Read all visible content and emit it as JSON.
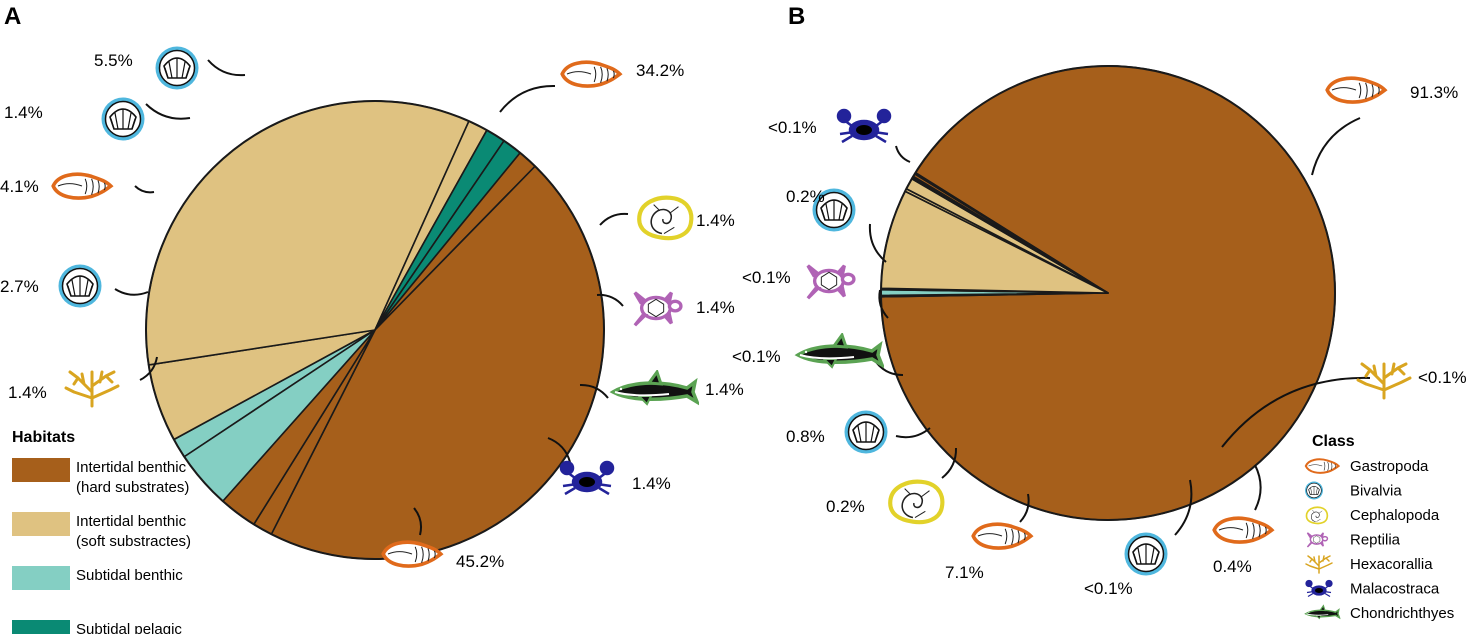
{
  "colors": {
    "intertidal_hard": "#A65F1B",
    "intertidal_soft": "#DFC281",
    "subtidal_benthic": "#84CFC3",
    "subtidal_pelagic": "#0A8A74",
    "gastropoda": "#E06A1B",
    "bivalvia": "#4FB7DE",
    "cephalopoda": "#E2D22A",
    "reptilia": "#B063B5",
    "hexacorallia": "#D9A520",
    "malacostraca": "#23239A",
    "chondrichthyes": "#5BA353"
  },
  "chart_data": [
    {
      "type": "pie",
      "panel": "A",
      "categories": [
        "Intertidal benthic (hard substrates)",
        "Intertidal benthic (soft substractes)",
        "Subtidal benthic",
        "Subtidal pelagic"
      ],
      "slices": [
        {
          "habitat": "subtidal_benthic",
          "class": "bivalvia",
          "value": 1.4,
          "label": "1.4%"
        },
        {
          "habitat": "intertidal_soft",
          "class": "bivalvia",
          "value": 5.5,
          "label": "5.5%"
        },
        {
          "habitat": "intertidal_soft",
          "class": "gastropoda",
          "value": 34.2,
          "label": "34.2%"
        },
        {
          "habitat": "intertidal_soft",
          "class": "cephalopoda",
          "value": 1.4,
          "label": "1.4%"
        },
        {
          "habitat": "subtidal_pelagic",
          "class": "reptilia",
          "value": 1.4,
          "label": "1.4%"
        },
        {
          "habitat": "subtidal_pelagic",
          "class": "chondrichthyes",
          "value": 1.4,
          "label": "1.4%"
        },
        {
          "habitat": "intertidal_hard",
          "class": "malacostraca",
          "value": 1.4,
          "label": "1.4%"
        },
        {
          "habitat": "intertidal_hard",
          "class": "gastropoda",
          "value": 45.2,
          "label": "45.2%"
        },
        {
          "habitat": "intertidal_hard",
          "class": "hexacorallia",
          "value": 1.4,
          "label": "1.4%"
        },
        {
          "habitat": "intertidal_hard",
          "class": "bivalvia",
          "value": 2.7,
          "label": "2.7%"
        },
        {
          "habitat": "subtidal_benthic",
          "class": "gastropoda",
          "value": 4.1,
          "label": "4.1%"
        }
      ]
    },
    {
      "type": "pie",
      "panel": "B",
      "slices": [
        {
          "habitat": "intertidal_hard",
          "class": "gastropoda",
          "value": 91.3,
          "label": "91.3%"
        },
        {
          "habitat": "intertidal_hard",
          "class": "hexacorallia",
          "value": 0.1,
          "label": "<0.1%"
        },
        {
          "habitat": "subtidal_benthic",
          "class": "gastropoda",
          "value": 0.4,
          "label": "0.4%"
        },
        {
          "habitat": "subtidal_benthic",
          "class": "bivalvia",
          "value": 0.1,
          "label": "<0.1%"
        },
        {
          "habitat": "intertidal_soft",
          "class": "gastropoda",
          "value": 7.1,
          "label": "7.1%"
        },
        {
          "habitat": "intertidal_soft",
          "class": "cephalopoda",
          "value": 0.2,
          "label": "0.2%"
        },
        {
          "habitat": "intertidal_soft",
          "class": "bivalvia",
          "value": 0.8,
          "label": "0.8%"
        },
        {
          "habitat": "subtidal_pelagic",
          "class": "chondrichthyes",
          "value": 0.1,
          "label": "<0.1%"
        },
        {
          "habitat": "subtidal_pelagic",
          "class": "reptilia",
          "value": 0.1,
          "label": "<0.1%"
        },
        {
          "habitat": "intertidal_hard",
          "class": "bivalvia",
          "value": 0.2,
          "label": "0.2%"
        },
        {
          "habitat": "intertidal_hard",
          "class": "malacostraca",
          "value": 0.1,
          "label": "<0.1%"
        }
      ]
    }
  ],
  "panels": {
    "a_label": "A",
    "b_label": "B"
  },
  "habitat_legend": {
    "title": "Habitats",
    "items": [
      {
        "key": "intertidal_hard",
        "line1": "Intertidal benthic",
        "line2": "(hard substrates)"
      },
      {
        "key": "intertidal_soft",
        "line1": "Intertidal benthic",
        "line2": "(soft substractes)"
      },
      {
        "key": "subtidal_benthic",
        "line1": "Subtidal benthic",
        "line2": ""
      },
      {
        "key": "subtidal_pelagic",
        "line1": "Subtidal pelagic",
        "line2": ""
      }
    ]
  },
  "class_legend": {
    "title": "Class",
    "items": [
      {
        "key": "gastropoda",
        "label": "Gastropoda",
        "icon": "shell-gastropod-icon"
      },
      {
        "key": "bivalvia",
        "label": "Bivalvia",
        "icon": "scallop-icon"
      },
      {
        "key": "cephalopoda",
        "label": "Cephalopoda",
        "icon": "nautilus-icon"
      },
      {
        "key": "reptilia",
        "label": "Reptilia",
        "icon": "turtle-icon"
      },
      {
        "key": "hexacorallia",
        "label": "Hexacorallia",
        "icon": "coral-icon"
      },
      {
        "key": "malacostraca",
        "label": "Malacostraca",
        "icon": "crab-icon"
      },
      {
        "key": "chondrichthyes",
        "label": "Chondrichthyes",
        "icon": "shark-icon"
      }
    ]
  }
}
